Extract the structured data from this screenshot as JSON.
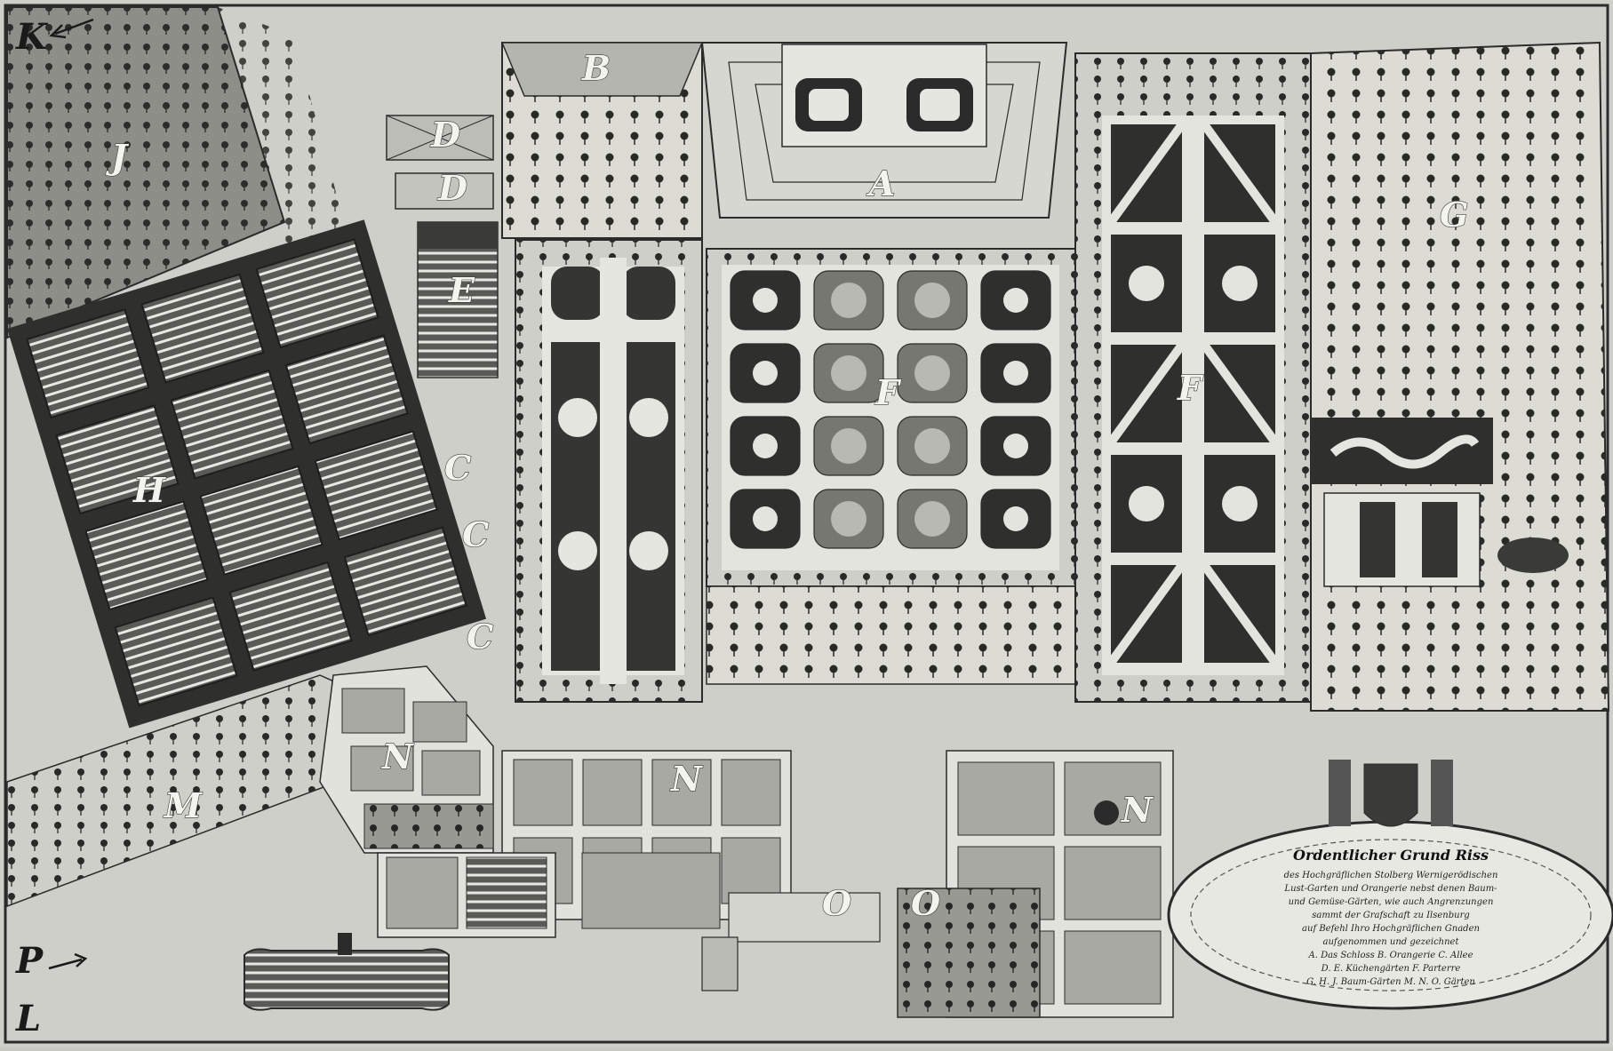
{
  "map": {
    "background": "#c9c9c4",
    "ink": "#2b2b2b",
    "bed_dark": "#3a3a3a",
    "path_light": "#e8e8e2",
    "letters": {
      "K": "K",
      "J": "J",
      "H": "H",
      "M": "M",
      "P": "P",
      "L": "L",
      "A": "A",
      "B": "B",
      "C": "C",
      "D": "D",
      "E": "E",
      "F": "F",
      "G": "G",
      "N": "N",
      "O": "O"
    },
    "cartouche": {
      "title": "Ordentlicher Grund Riss",
      "lines": [
        "des Hochgräflichen Stolberg Wernigerödischen",
        "Lust-Garten und Orangerie nebst denen Baum-",
        "und Gemüse-Gärten, wie auch Angrenzungen",
        "sammt der Grafschaft zu Ilsenburg",
        "auf Befehl Ihro Hochgräflichen Gnaden",
        "aufgenommen und gezeichnet",
        "A. Das Schloss  B. Orangerie  C. Allee",
        "D. E. Küchengärten  F. Parterre",
        "G. H. J. Baum-Gärten  M. N. O. Gärten"
      ]
    }
  }
}
